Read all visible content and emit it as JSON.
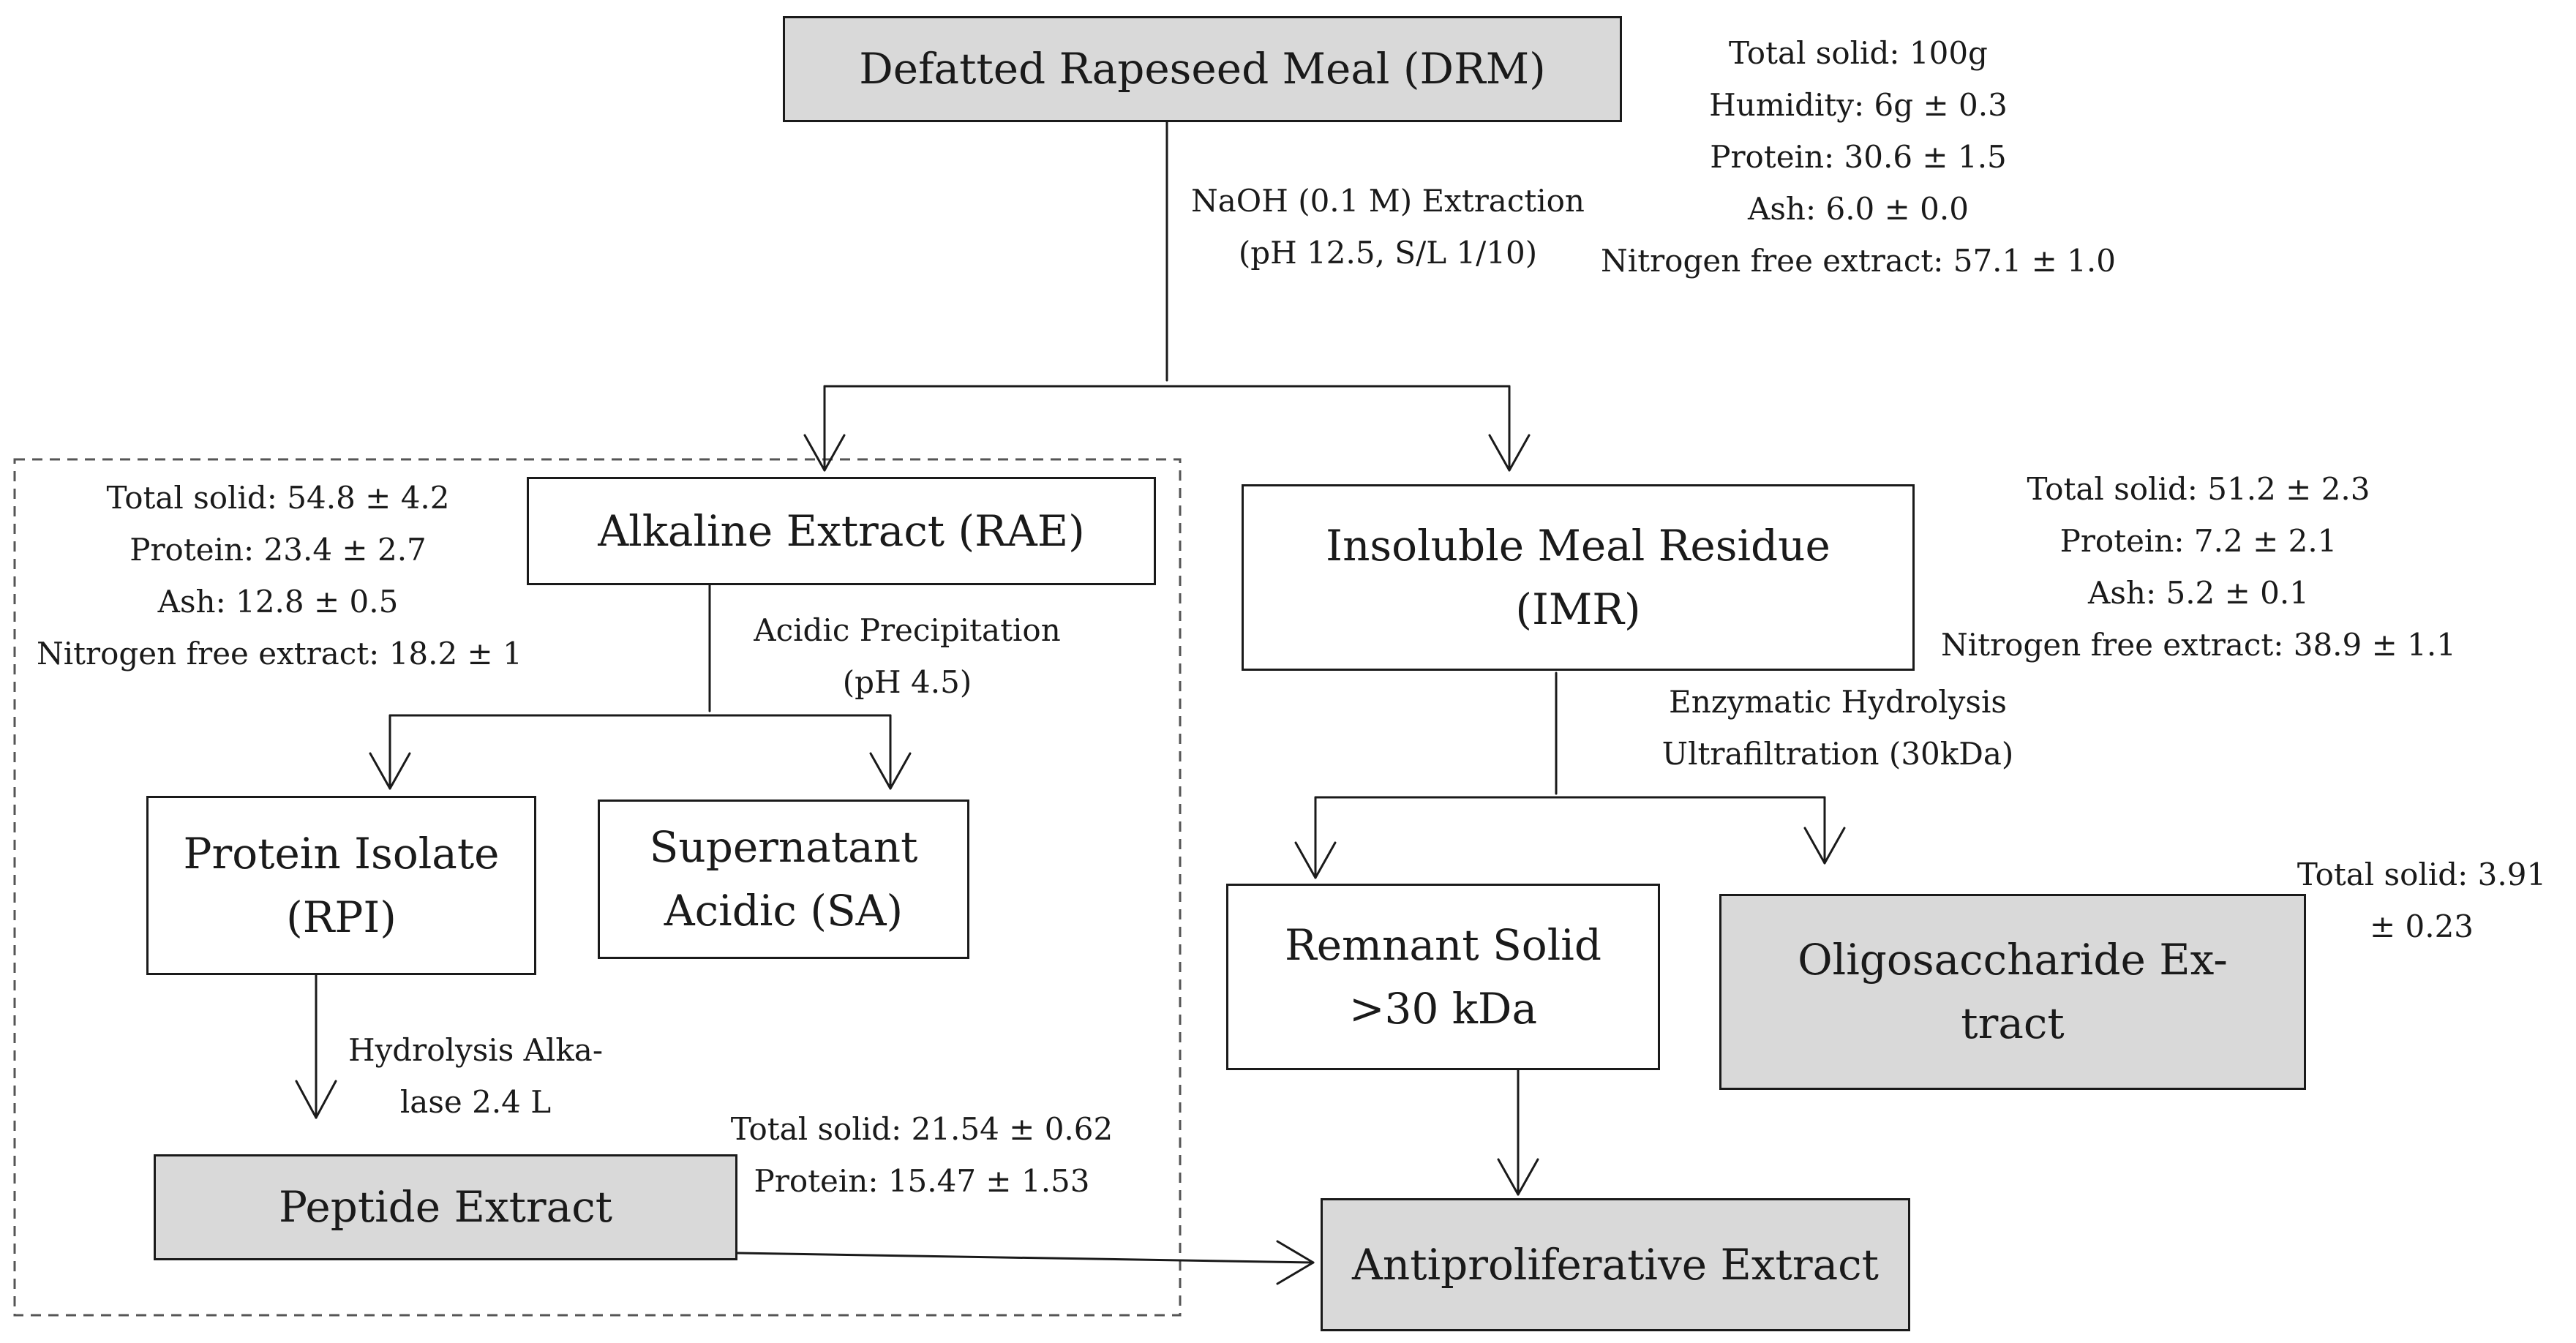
{
  "boxes": {
    "drm": {
      "lines": [
        "Defatted Rapeseed Meal (DRM)"
      ],
      "fill": "#d9d9d9"
    },
    "rae": {
      "lines": [
        "Alkaline Extract (RAE)"
      ],
      "fill": "#ffffff"
    },
    "imr": {
      "lines": [
        "Insoluble Meal Residue",
        "(IMR)"
      ],
      "fill": "#ffffff"
    },
    "rpi": {
      "lines": [
        "Protein Isolate",
        "(RPI)"
      ],
      "fill": "#ffffff"
    },
    "sa": {
      "lines": [
        "Supernatant",
        "Acidic (SA)"
      ],
      "fill": "#ffffff"
    },
    "remnant": {
      "lines": [
        "Remnant Solid",
        ">30 kDa"
      ],
      "fill": "#ffffff"
    },
    "oligo": {
      "lines": [
        "Oligosaccharide Ex-",
        "tract"
      ],
      "fill": "#d9d9d9"
    },
    "peptide": {
      "lines": [
        "Peptide Extract"
      ],
      "fill": "#d9d9d9"
    },
    "antiprolif": {
      "lines": [
        "Antiproliferative Extract"
      ],
      "fill": "#d9d9d9"
    }
  },
  "steps": {
    "naoh": [
      "NaOH (0.1 M) Extraction",
      "(pH 12.5, S/L 1/10)"
    ],
    "acidic": [
      "Acidic Precipitation",
      "(pH 4.5)"
    ],
    "enzymatic": [
      "Enzymatic Hydrolysis",
      "Ultrafiltration (30kDa)"
    ],
    "alcalase": [
      "Hydrolysis Alka-",
      "lase 2.4 L"
    ]
  },
  "compositions": {
    "drm": [
      "Total solid: 100g",
      "Humidity: 6g ± 0.3",
      "Protein: 30.6 ± 1.5",
      "Ash: 6.0 ± 0.0",
      "Nitrogen free extract: 57.1 ± 1.0"
    ],
    "rae": [
      "Total solid: 54.8 ± 4.2",
      "Protein: 23.4 ± 2.7",
      "Ash: 12.8 ± 0.5",
      "Nitrogen free extract: 18.2 ± 1"
    ],
    "imr": [
      "Total solid: 51.2 ± 2.3",
      "Protein: 7.2 ± 2.1",
      "Ash: 5.2 ± 0.1",
      "Nitrogen free extract: 38.9 ± 1.1"
    ],
    "oligo": [
      "Total solid: 3.91",
      "± 0.23"
    ],
    "peptide": [
      "Total solid: 21.54 ± 0.62",
      "Protein: 15.47 ± 1.53"
    ]
  },
  "colors": {
    "box_gray": "#d9d9d9",
    "line": "#1a1a1a",
    "dashed_border": "#555555"
  }
}
